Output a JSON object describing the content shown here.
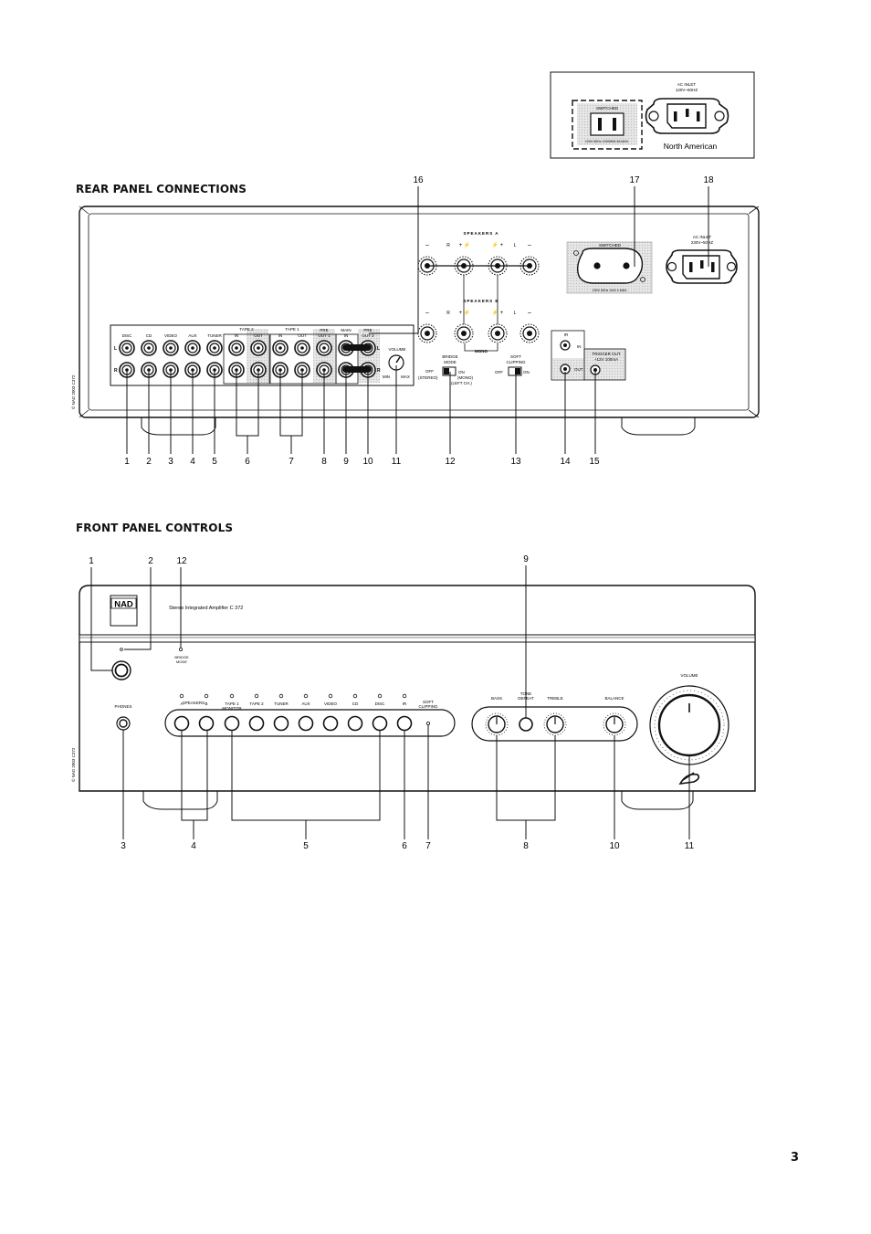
{
  "inset": {
    "switched_label": "SWITCHED",
    "switched_rating": "120V 60Hz 1000W/8.3A MAX.",
    "ac_inlet_line1": "AC INLET",
    "ac_inlet_line2": "120V~60HZ",
    "region": "North American"
  },
  "rear": {
    "heading": "REAR PANEL CONNECTIONS",
    "jack_labels": [
      "DISC",
      "CD",
      "VIDEO",
      "AUX",
      "TUNER"
    ],
    "tape2": "TAPE 2",
    "tape1": "TAPE 1",
    "in": "IN",
    "out": "OUT",
    "pre_out1": [
      "PRE",
      "OUT 1"
    ],
    "main_in": [
      "MAIN",
      "IN"
    ],
    "pre_out2": [
      "PRE",
      "OUT 2"
    ],
    "volume": "VOLUME",
    "min": "MIN",
    "max": "MAX",
    "left": "L",
    "right": "R",
    "speakers_a": "SPEAKERS A",
    "speakers_b": "SPEAKERS B",
    "mono": "MONO",
    "bridge_mode": [
      "BRIDGE",
      "MODE"
    ],
    "off_stereo": [
      "OFF",
      "(STEREO)"
    ],
    "on_mono": [
      "ON",
      "(MONO)",
      "(LEFT CH.)"
    ],
    "soft_clipping": [
      "SOFT",
      "CLIPPING"
    ],
    "off": "OFF",
    "on": "ON",
    "switched": "SWITCHED",
    "switched_rating": "230V 50Hz 1kW 4 MAX.",
    "ac_inlet": [
      "AC INLET",
      "230V~50HZ"
    ],
    "ir": "IR",
    "trigger": [
      "TRIGGER OUT",
      "+12V 100mA"
    ],
    "copyright": "© NAD 2003 C372",
    "callouts_bottom": [
      "1",
      "2",
      "3",
      "4",
      "5",
      "6",
      "7",
      "8",
      "9",
      "10",
      "11",
      "12",
      "13",
      "14",
      "15"
    ],
    "callouts_top": [
      "16",
      "17",
      "18"
    ]
  },
  "front": {
    "heading": "FRONT PANEL CONTROLS",
    "logo": "NAD",
    "model": "Stereo Integrated Amplifier C 372",
    "bridge_mode": [
      "BRIDGE",
      "MODE"
    ],
    "phones": "PHONES",
    "speakers": "SPEAKERS",
    "speaker_ab": [
      "A",
      "B"
    ],
    "sources": [
      "TAPE 1\nMONITOR",
      "TAPE 2",
      "TUNER",
      "AUX",
      "VIDEO",
      "CD",
      "DISC",
      "IR"
    ],
    "soft_clipping": [
      "SOFT",
      "CLIPPING"
    ],
    "bass": "BASS",
    "tone_defeat": [
      "TONE",
      "DEFEAT"
    ],
    "treble": "TREBLE",
    "balance": "BALANCE",
    "volume": "VOLUME",
    "copyright": "© NAD 2003 C372",
    "callouts": [
      "1",
      "2",
      "12",
      "9",
      "3",
      "4",
      "5",
      "6",
      "7",
      "8",
      "10",
      "11"
    ]
  },
  "page_number": "3"
}
